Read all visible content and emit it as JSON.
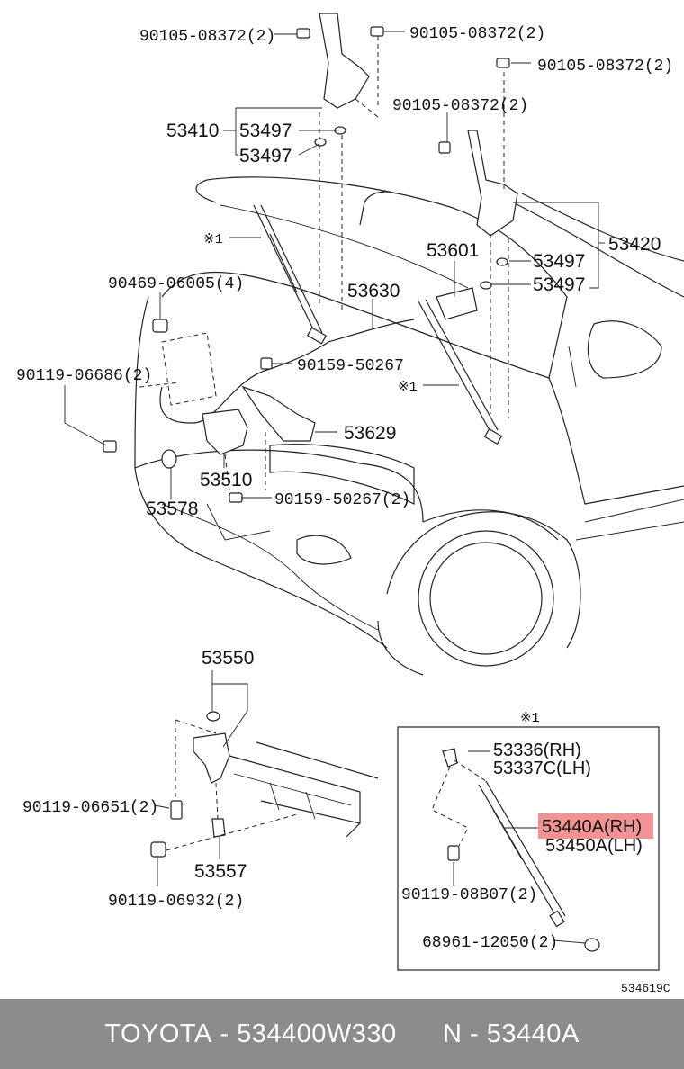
{
  "diagram": {
    "figure_code": "534619C",
    "inset_marker": "※1",
    "labels": {
      "bolt_top_left": "90105-08372(2)",
      "bolt_top_mid": "90105-08372(2)",
      "bolt_top_right": "90105-08372(2)",
      "bolt_right_hinge": "90105-08372(2)",
      "hinge_lh": "53410",
      "washer_lh_1": "53497",
      "washer_lh_2": "53497",
      "hinge_rh": "53420",
      "washer_rh_1": "53497",
      "washer_rh_2": "53497",
      "clip_left": "90469-06005(4)",
      "strut_marker_left": "※1",
      "strut_marker_right": "※1",
      "cable": "53630",
      "lever": "53601",
      "screw_left": "90119-06686(2)",
      "bolt_lock": "90159-50267",
      "support": "53629",
      "lock_assy": "53510",
      "cushion": "53578",
      "bolt_lock_2": "90159-50267(2)",
      "hook_assy": "53550",
      "screw_hook_1": "90119-06651(2)",
      "hook_part": "53557",
      "screw_hook_2": "90119-06932(2)",
      "inset_bracket_rh": "53336(RH)",
      "inset_bracket_lh": "53337C(LH)",
      "inset_strut_rh": "53440A(RH)",
      "inset_strut_lh": "53450A(LH)",
      "inset_screw": "90119-08B07(2)",
      "inset_clip": "68961-12050(2)"
    },
    "highlight_color": "#f08080"
  },
  "footer": {
    "brand": "TOYOTA",
    "part_number": "534400W330",
    "ref": "N - 53440A",
    "separator": " - "
  }
}
